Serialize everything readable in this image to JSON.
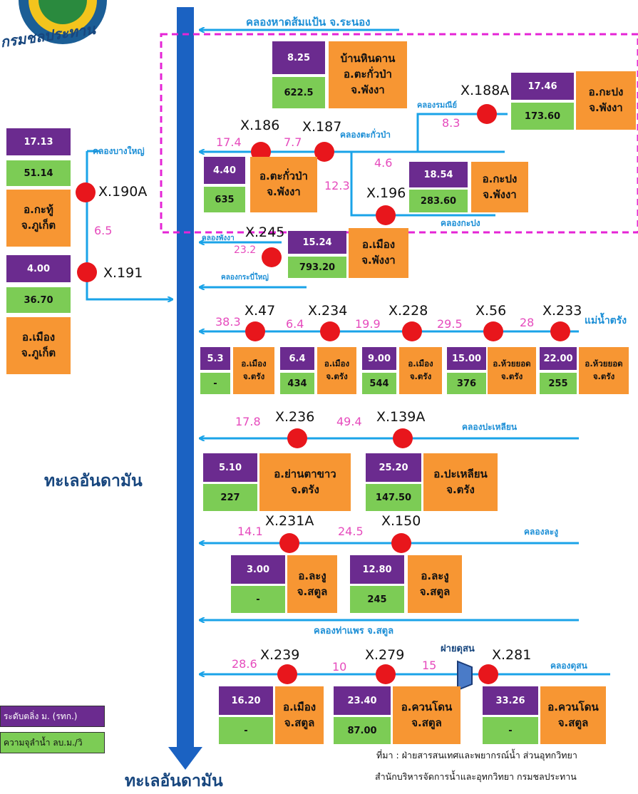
{
  "header": {
    "agency_logo_text": "กรมชลประทาน"
  },
  "sea_labels": {
    "middle": "ทะเลอันดามัน",
    "bottom": "ทะเลอันดามัน"
  },
  "canals": {
    "hat_som_paen": "คลองหาดส้มแป้น จ.ระนอง",
    "bang_yai": "คลองบางใหญ่",
    "rommani": "คลองรมณีย์",
    "takua_pa": "คลองตะกั่วป่า",
    "kapong": "คลองกะปง",
    "phang_nga": "คลองพังงา",
    "krabi_yai": "คลองกระบี่ใหญ่",
    "trang_river": "แม่น้ำตรัง",
    "palian": "คลองปะเหลียน",
    "la_ngu": "คลองละงู",
    "tha_phae": "คลองท่าแพร จ.สตูล",
    "dusun": "คลองดุสน"
  },
  "weir_label": "ฝายดุสน",
  "stations": [
    {
      "id": "X.190A",
      "datum": "17.13",
      "area": "51.14",
      "district": "อ.กะทู้",
      "province": "จ.ภูเก็ต"
    },
    {
      "id": "X.191",
      "datum": "4.00",
      "area": "36.70",
      "district": "อ.เมือง",
      "province": "จ.ภูเก็ต"
    },
    {
      "id": "X.187",
      "datum": "8.25",
      "area": "622.5",
      "district": "บ้านหินดาน",
      "location": "อ.ตะกั่วป่า",
      "province": "จ.พังงา"
    },
    {
      "id": "X.188A",
      "datum": "17.46",
      "area": "173.60",
      "district": "อ.กะปง",
      "province": "จ.พังงา"
    },
    {
      "id": "X.186",
      "datum": "4.40",
      "area": "635",
      "district": "อ.ตะกั่วป่า",
      "province": "จ.พังงา"
    },
    {
      "id": "X.196",
      "datum": "18.54",
      "area": "283.60",
      "district": "อ.กะปง",
      "province": "จ.พังงา"
    },
    {
      "id": "X.245",
      "datum": "15.24",
      "area": "793.20",
      "district": "อ.เมือง",
      "province": "จ.พังงา"
    },
    {
      "id": "X.47",
      "datum": "5.3",
      "area": "-",
      "district": "อ.เมือง",
      "province": "จ.ตรัง"
    },
    {
      "id": "X.234",
      "datum": "6.4",
      "area": "434",
      "district": "อ.เมือง",
      "province": "จ.ตรัง"
    },
    {
      "id": "X.228",
      "datum": "9.00",
      "area": "544",
      "district": "อ.เมือง",
      "province": "จ.ตรัง"
    },
    {
      "id": "X.56",
      "datum": "15.00",
      "area": "376",
      "district": "อ.ห้วยยอด",
      "province": "จ.ตรัง"
    },
    {
      "id": "X.233",
      "datum": "22.00",
      "area": "255",
      "district": "อ.ห้วยยอด",
      "province": "จ.ตรัง"
    },
    {
      "id": "X.236",
      "datum": "5.10",
      "area": "227",
      "district": "อ.ย่านตาขาว",
      "province": "จ.ตรัง"
    },
    {
      "id": "X.139A",
      "datum": "25.20",
      "area": "147.50",
      "district": "อ.ปะเหลียน",
      "province": "จ.ตรัง"
    },
    {
      "id": "X.231A",
      "datum": "3.00",
      "area": "-",
      "district": "อ.ละงู",
      "province": "จ.สตูล"
    },
    {
      "id": "X.150",
      "datum": "12.80",
      "area": "245",
      "district": "อ.ละงู",
      "province": "จ.สตูล"
    },
    {
      "id": "X.239",
      "datum": "16.20",
      "area": "-",
      "district": "อ.เมือง",
      "province": "จ.สตูล"
    },
    {
      "id": "X.279",
      "datum": "23.40",
      "area": "87.00",
      "district": "อ.ควนโดน",
      "province": "จ.สตูล"
    },
    {
      "id": "X.281",
      "datum": "33.26",
      "area": "-",
      "district": "อ.ควนโดน",
      "province": "จ.สตูล"
    }
  ],
  "distances": {
    "bang_yai_6_5": "6.5",
    "takua_pa_17_4": "17.4",
    "takua_pa_7_7": "7.7",
    "rommani_8_3": "8.3",
    "takua_pa_4_6": "4.6",
    "kapong_12_3": "12.3",
    "phang_nga_23_2": "23.2",
    "trang_38_3": "38.3",
    "trang_6_4": "6.4",
    "trang_19_9": "19.9",
    "trang_29_5": "29.5",
    "trang_28": "28",
    "palian_17_8": "17.8",
    "palian_49_4": "49.4",
    "la_ngu_14_1": "14.1",
    "la_ngu_24_5": "24.5",
    "dusun_28_6": "28.6",
    "dusun_10": "10",
    "dusun_15": "15"
  },
  "legend": {
    "datum": "ระดับตลิ่ง ม. (รทก.)",
    "area": "ความจุลำน้ำ ลบ.ม./วิ"
  },
  "source": {
    "line1": "ที่มา : ฝ่ายสารสนเทศและพยากรณ์น้ำ ส่วนอุทกวิทยา",
    "line2": "สำนักบริหารจัดการน้ำและอุทกวิทยา กรมชลประทาน"
  },
  "colors": {
    "river": "#1aa3e8",
    "main_channel": "#1b62c2",
    "station": "#e8161c",
    "datum_box": "#6b2b8f",
    "area_box": "#7ccc55",
    "name_box": "#f79633",
    "distance": "#e64bbd",
    "highlight": "#e524d6"
  }
}
